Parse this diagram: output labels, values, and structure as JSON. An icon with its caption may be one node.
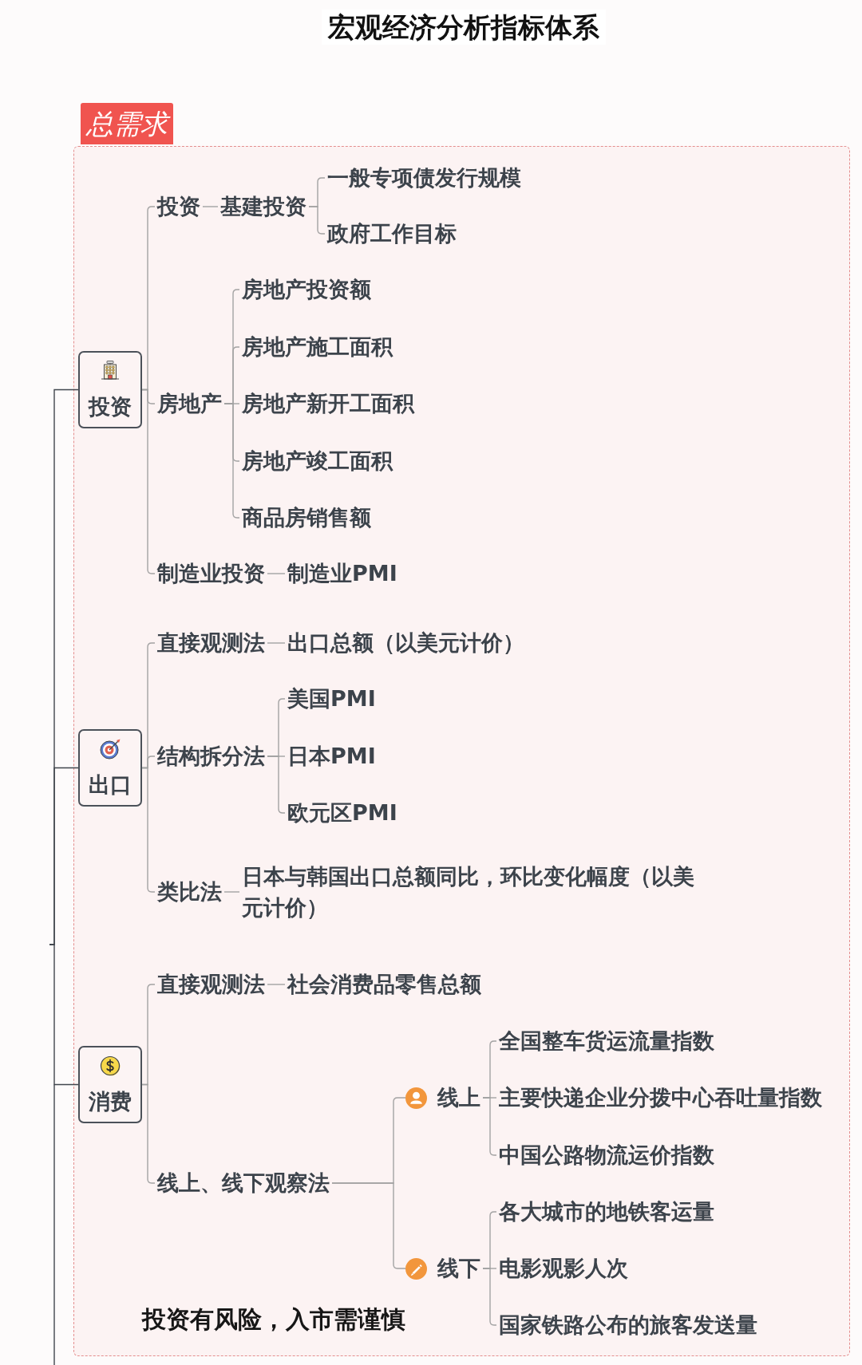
{
  "diagram": {
    "title": "宏观经济分析指标体系",
    "nodes": [
      {
        "text": [
          "总需求"
        ]
      },
      {
        "text": [
          "投资"
        ],
        "in": 0
      },
      {
        "text": [
          "投资"
        ],
        "in": 0
      },
      {
        "text": [
          "基建投资"
        ],
        "in": 0
      },
      {
        "text": [
          "一般专项债发行规模"
        ],
        "in": 0
      },
      {
        "text": [
          "政府工作目标"
        ],
        "in": 0
      },
      {
        "text": [
          "房地产"
        ],
        "in": 0
      },
      {
        "text": [
          "房地产投资额"
        ],
        "in": 0
      },
      {
        "text": [
          "房地产施工面积"
        ],
        "in": 0
      },
      {
        "text": [
          "房地产新开工面积"
        ],
        "in": 0
      },
      {
        "text": [
          "房地产竣工面积"
        ],
        "in": 0
      },
      {
        "text": [
          "商品房销售额"
        ],
        "in": 0
      },
      {
        "text": [
          "制造业投资"
        ],
        "in": 0
      },
      {
        "text": [
          "制造业PMI"
        ],
        "in": 0
      },
      {
        "text": [
          "出口"
        ],
        "in": 0
      },
      {
        "text": [
          "直接观测法"
        ],
        "in": 0
      },
      {
        "text": [
          "出口总额（以美元计价）"
        ],
        "in": 0
      },
      {
        "text": [
          "结构拆分法"
        ],
        "in": 0
      },
      {
        "text": [
          "美国PMI"
        ],
        "in": 0
      },
      {
        "text": [
          "日本PMI"
        ],
        "in": 0
      },
      {
        "text": [
          "欧元区PMI"
        ],
        "in": 0
      },
      {
        "text": [
          "类比法"
        ],
        "in": 0
      },
      {
        "text": [
          "日本与韩国出口总额同比，环比变化幅度（以美元计价）"
        ],
        "in": 0
      },
      {
        "text": [
          "消费"
        ],
        "in": 0
      },
      {
        "text": [
          "直接观测法"
        ],
        "in": 0
      },
      {
        "text": [
          "社会消费品零售总额"
        ],
        "in": 0
      },
      {
        "text": [
          "线上、线下观察法"
        ],
        "in": 0
      },
      {
        "text": [
          "线上"
        ],
        "in": 0
      },
      {
        "text": [
          "全国整车货运流量指数"
        ],
        "in": 0
      },
      {
        "text": [
          "主要快递企业分拨中心吞吐量指数"
        ],
        "in": 0
      },
      {
        "text": [
          "中国公路物流运价指数"
        ],
        "in": 0
      },
      {
        "text": [
          "线下"
        ],
        "in": 0
      },
      {
        "text": [
          "各大城市的地铁客运量"
        ],
        "in": 0
      },
      {
        "text": [
          "电影观影人次"
        ],
        "in": 0
      },
      {
        "text": [
          "国家铁路公布的旅客发送量"
        ],
        "in": 0
      }
    ],
    "edges": [
      {
        "from": null,
        "to": 1,
        "arrow": "none",
        "color": "#40464d"
      },
      {
        "from": null,
        "to": 14,
        "arrow": "none",
        "color": "#40464d"
      },
      {
        "from": null,
        "to": 23,
        "arrow": "none",
        "color": "#40464d"
      },
      {
        "from": 1,
        "to": 2,
        "arrow": "none"
      },
      {
        "from": 2,
        "to": 3,
        "arrow": "none"
      },
      {
        "from": 3,
        "to": 4,
        "arrow": "none"
      },
      {
        "from": 3,
        "to": 5,
        "arrow": "none"
      },
      {
        "from": 1,
        "to": 6,
        "arrow": "none"
      },
      {
        "from": 6,
        "to": 7,
        "arrow": "none"
      },
      {
        "from": 6,
        "to": 8,
        "arrow": "none"
      },
      {
        "from": 6,
        "to": 9,
        "arrow": "none"
      },
      {
        "from": 6,
        "to": 10,
        "arrow": "none"
      },
      {
        "from": 6,
        "to": 11,
        "arrow": "none"
      },
      {
        "from": 1,
        "to": 12,
        "arrow": "none"
      },
      {
        "from": 12,
        "to": 13,
        "arrow": "none"
      },
      {
        "from": 14,
        "to": 15,
        "arrow": "none"
      },
      {
        "from": 15,
        "to": 16,
        "arrow": "none"
      },
      {
        "from": 14,
        "to": 17,
        "arrow": "none"
      },
      {
        "from": 17,
        "to": 18,
        "arrow": "none"
      },
      {
        "from": 17,
        "to": 19,
        "arrow": "none"
      },
      {
        "from": 17,
        "to": 20,
        "arrow": "none"
      },
      {
        "from": 14,
        "to": 21,
        "arrow": "none"
      },
      {
        "from": 21,
        "to": 22,
        "arrow": "none"
      },
      {
        "from": 23,
        "to": 24,
        "arrow": "none"
      },
      {
        "from": 24,
        "to": 25,
        "arrow": "none"
      },
      {
        "from": 23,
        "to": 26,
        "arrow": "none"
      },
      {
        "from": 26,
        "to": 27,
        "arrow": "none"
      },
      {
        "from": 27,
        "to": 28,
        "arrow": "none"
      },
      {
        "from": 27,
        "to": 29,
        "arrow": "none"
      },
      {
        "from": 27,
        "to": 30,
        "arrow": "none"
      },
      {
        "from": 26,
        "to": 31,
        "arrow": "none"
      },
      {
        "from": 31,
        "to": 32,
        "arrow": "none"
      },
      {
        "from": 31,
        "to": 33,
        "arrow": "none"
      },
      {
        "from": 31,
        "to": 34,
        "arrow": "none"
      }
    ],
    "labels": [
      "投资有风险，入市需谨慎"
    ]
  }
}
